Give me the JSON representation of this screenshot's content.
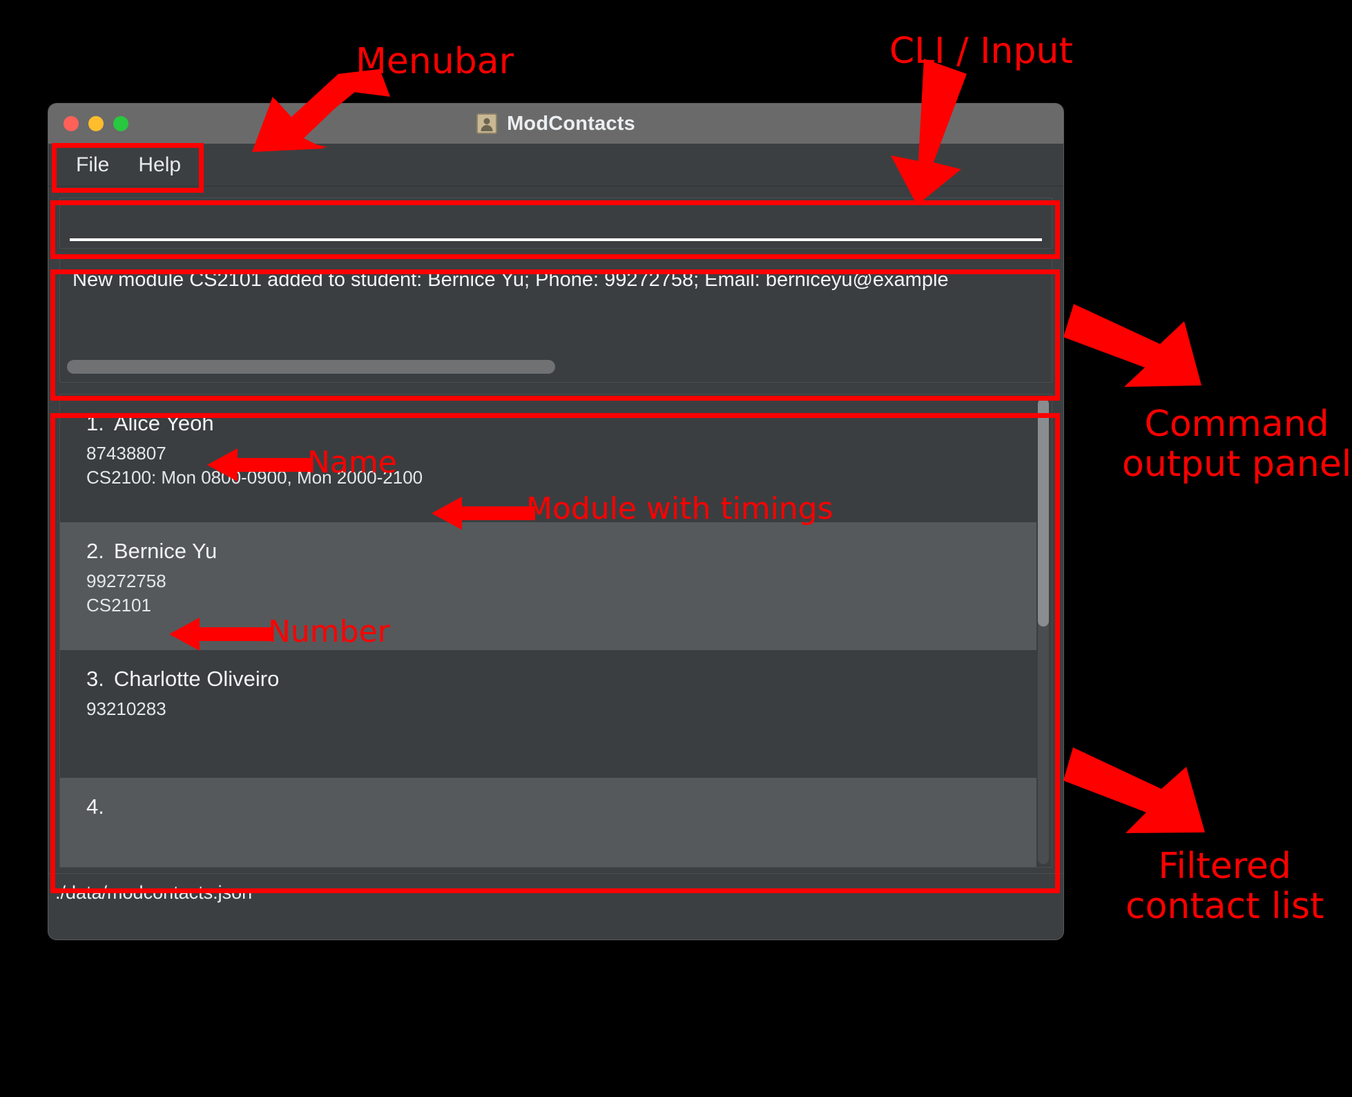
{
  "window": {
    "title": "ModContacts",
    "title_icon": "contact-card-icon",
    "traffic_lights": [
      "close-button",
      "minimize-button",
      "maximize-button"
    ]
  },
  "menubar": {
    "items": [
      {
        "label": "File",
        "name": "menu-file"
      },
      {
        "label": "Help",
        "name": "menu-help"
      }
    ]
  },
  "cli": {
    "value": "",
    "placeholder": ""
  },
  "result_panel": {
    "message": "New module CS2101 added to student: Bernice Yu; Phone: 99272758; Email: berniceyu@example",
    "hscroll_position_pct": 0
  },
  "contact_list": {
    "contacts": [
      {
        "index": "1.",
        "name": "Alice Yeoh",
        "phone": "87438807",
        "modules": "CS2100: Mon 0800-0900, Mon 2000-2100"
      },
      {
        "index": "2.",
        "name": "Bernice Yu",
        "phone": "99272758",
        "modules": "CS2101"
      },
      {
        "index": "3.",
        "name": "Charlotte Oliveiro",
        "phone": "93210283",
        "modules": ""
      },
      {
        "index": "4.",
        "name": "",
        "phone": "",
        "modules": ""
      }
    ]
  },
  "statusbar": {
    "file_path": "./data/modcontacts.json"
  },
  "annotations": {
    "menubar": "Menubar",
    "cli_input": "CLI / Input",
    "command_output": "Command\noutput panel",
    "filtered_list": "Filtered\ncontact list",
    "name": "Name",
    "module_with_timings": "Module with timings",
    "number": "Number"
  },
  "colors": {
    "annotation_red": "#ff0000",
    "window_chrome": "#6a6a6a",
    "panel_background": "#3c3f41",
    "card_alt_background": "#55595c",
    "text_primary": "#f1f3f4"
  }
}
